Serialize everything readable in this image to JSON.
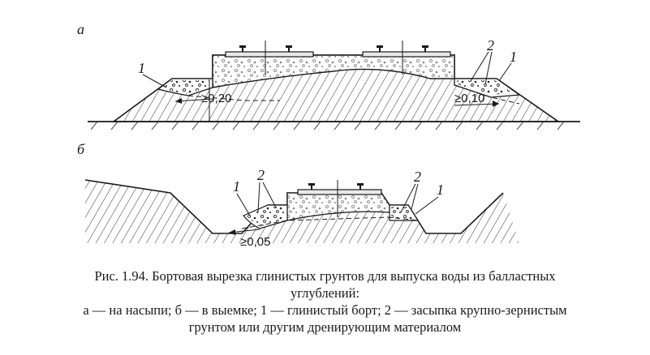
{
  "diagram_a": {
    "label": "а",
    "callout_1_left": "1",
    "callout_2": "2",
    "callout_1_right": "1",
    "slope_left": "≥0,20",
    "slope_right": "≥0,10"
  },
  "diagram_b": {
    "label": "б",
    "callout_1_left": "1",
    "callout_2_left": "2",
    "callout_2_right": "2",
    "callout_1_right": "1",
    "slope": "≥0,05"
  },
  "caption": {
    "title_line1": "Рис. 1.94. Бортовая вырезка глинистых грунтов для выпуска воды из балластных",
    "title_line2": "углублений:",
    "legend_line1": "а — на насыпи; б — в выемке; 1 — глинистый борт; 2 — засыпка крупно-зернистым",
    "legend_line2": "грунтом или другим дренирующим материалом"
  }
}
